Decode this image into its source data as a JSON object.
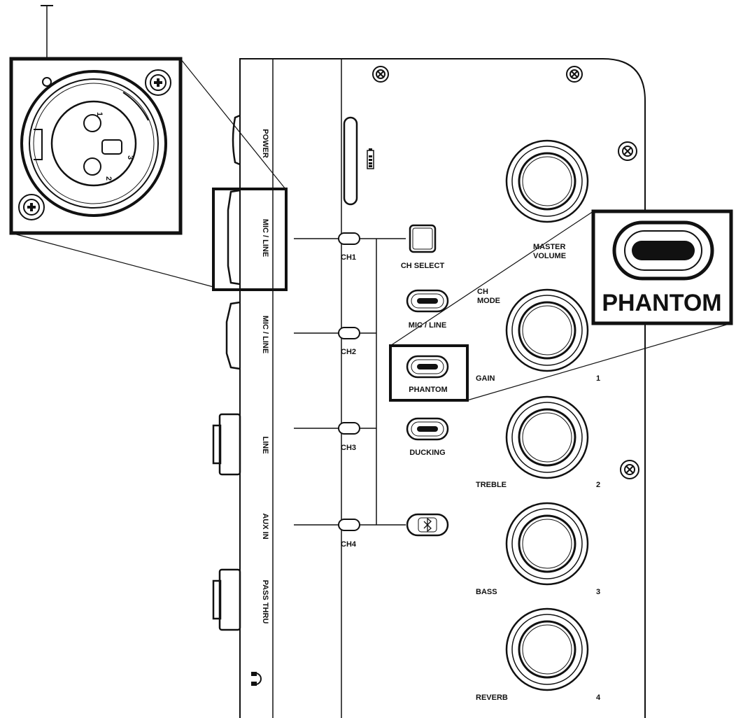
{
  "colors": {
    "ink": "#111111",
    "paper": "#ffffff"
  },
  "side_labels": {
    "power": "POWER",
    "mic_line_1": "MIC / LINE",
    "mic_line_2": "MIC / LINE",
    "line": "LINE",
    "aux_in": "AUX IN",
    "pass_thru": "PASS THRU"
  },
  "channels": [
    "CH1",
    "CH2",
    "CH3",
    "CH4"
  ],
  "buttons": {
    "ch_select": "CH SELECT",
    "mic_line": "MIC / LINE",
    "phantom": "PHANTOM",
    "ducking": "DUCKING",
    "bluetooth_icon": "bluetooth-icon"
  },
  "knobs": {
    "master_volume": "MASTER VOLUME",
    "ch_mode": "CH MODE",
    "gain": "GAIN",
    "treble": "TREBLE",
    "bass": "BASS",
    "reverb": "REVERB"
  },
  "knob_numbers": [
    "1",
    "2",
    "3",
    "4"
  ],
  "xlr_pins": [
    "1",
    "2",
    "3"
  ],
  "callouts": {
    "phantom_zoom": "PHANTOM"
  }
}
